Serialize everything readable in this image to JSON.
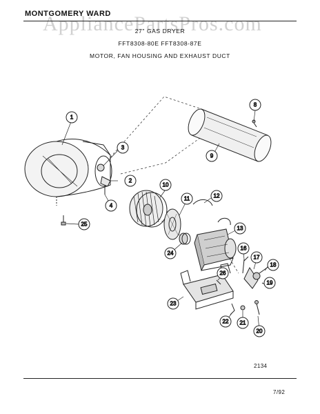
{
  "header": {
    "brand": "MONTGOMERY WARD",
    "watermark": "AppliancePartsPros.com",
    "title": "27\" GAS DRYER",
    "models": "FFT8308-80E   FFT8308-87E",
    "section": "MOTOR, FAN HOUSING AND EXHAUST DUCT"
  },
  "callouts": [
    "1",
    "2",
    "3",
    "4",
    "8",
    "9",
    "10",
    "11",
    "12",
    "13",
    "16",
    "17",
    "18",
    "19",
    "20",
    "21",
    "22",
    "23",
    "24",
    "25",
    "26"
  ],
  "footer": {
    "diagram_number": "2134",
    "date": "7/92"
  }
}
